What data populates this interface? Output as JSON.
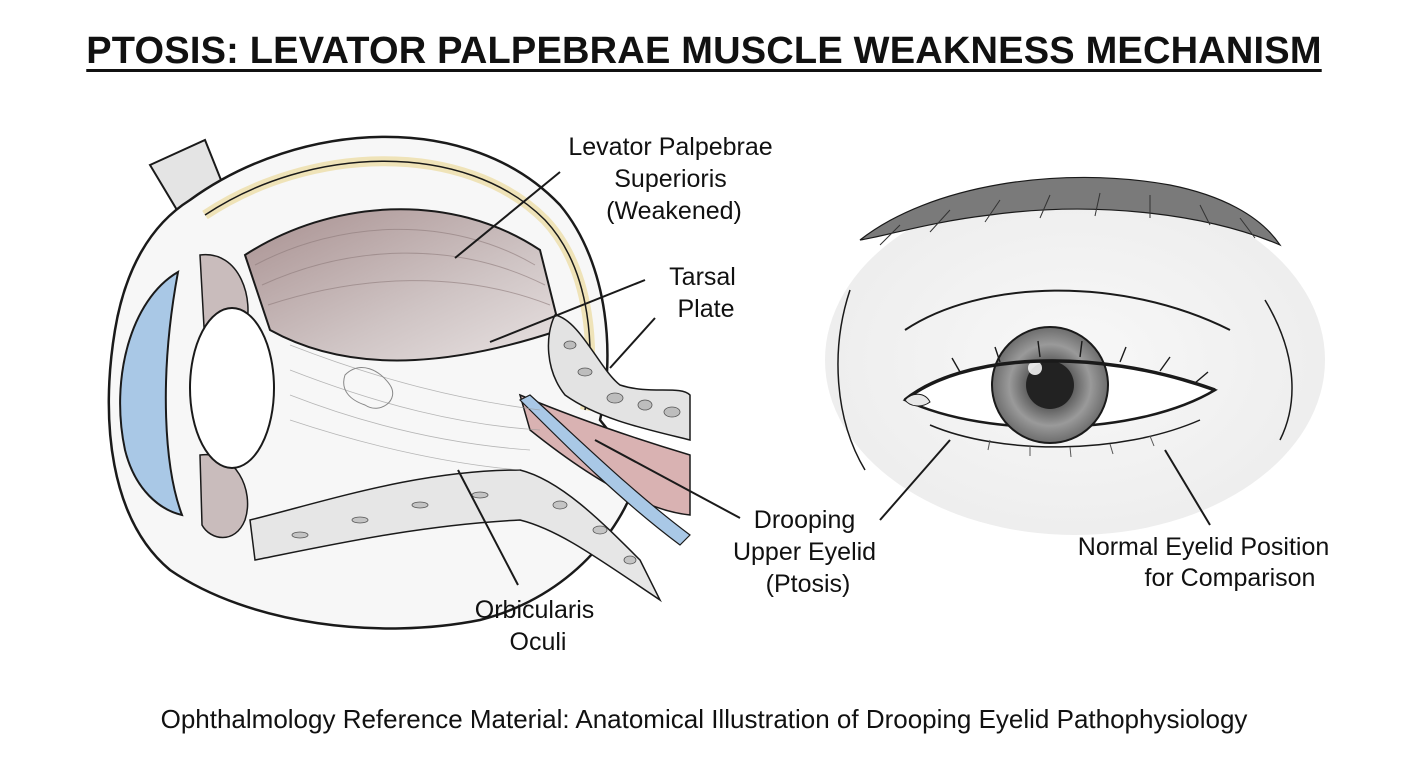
{
  "title": "PTOSIS: LEVATOR PALPEBRAE MUSCLE WEAKNESS MECHANISM",
  "labels": {
    "levator": [
      "Levator Palpebrae",
      "Superioris",
      "(Weakened)"
    ],
    "tarsal": [
      "Tarsal",
      "Plate"
    ],
    "drooping": [
      "Drooping",
      "Upper Eyelid",
      "(Ptosis)"
    ],
    "orbicularis": [
      "Orbicularis",
      "Oculi"
    ],
    "normal": [
      "Normal Eyelid Position",
      "for Comparison"
    ]
  },
  "caption": "Ophthalmology Reference Material: Anatomical Illustration of Drooping Eyelid Pathophysiology",
  "colors": {
    "muscle": "#b8a6a6",
    "cornea": "#a9c8e6",
    "eyelid": "#d9b2b2",
    "sclera_rim": "#efe3b8",
    "line": "#1a1a1a"
  }
}
